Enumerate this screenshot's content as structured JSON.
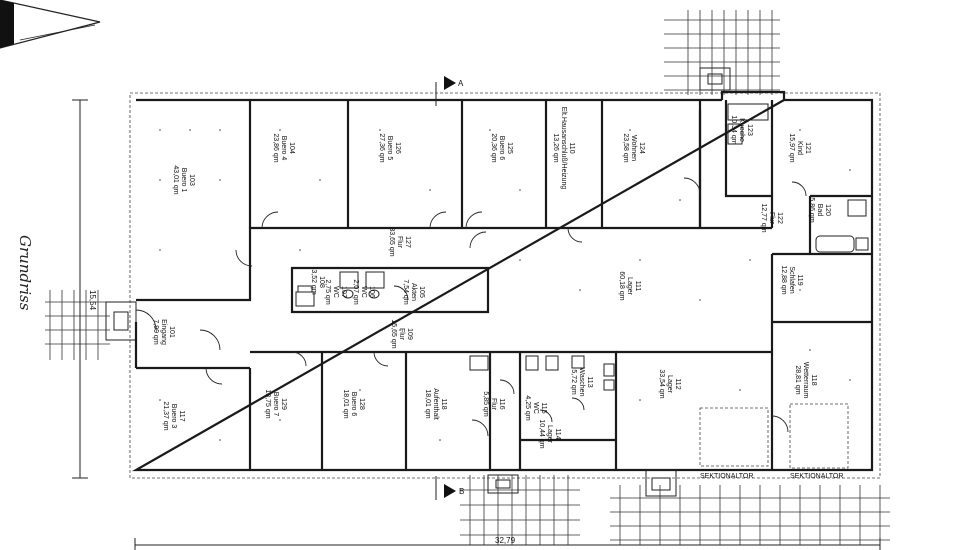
{
  "title": "Grundriss",
  "dimensions": {
    "width": "32,79",
    "height": "15,54"
  },
  "section_marks": [
    "A",
    "B"
  ],
  "sektionaltor": [
    "SEKTIONALTOR",
    "SEKTIONALTOR"
  ],
  "rooms": [
    {
      "id": "r103",
      "lines": [
        "103",
        "Buero 1",
        "43,01 qm"
      ]
    },
    {
      "id": "r104",
      "lines": [
        "104",
        "Buero 4",
        "23,86 qm"
      ]
    },
    {
      "id": "r126",
      "lines": [
        "126",
        "Buero 5",
        "27,36 qm"
      ]
    },
    {
      "id": "r125",
      "lines": [
        "125",
        "Buero 6",
        "20,36 qm"
      ]
    },
    {
      "id": "r110",
      "lines": [
        "110",
        "Elt.Hausanschluß/Heizung",
        "13,26 qm"
      ]
    },
    {
      "id": "r124",
      "lines": [
        "124",
        "Wohnen",
        "23,58 qm"
      ]
    },
    {
      "id": "r123",
      "lines": [
        "123",
        "Kueche",
        "10,34 qm"
      ]
    },
    {
      "id": "r121",
      "lines": [
        "121",
        "Kind",
        "15,97 qm"
      ]
    },
    {
      "id": "r122",
      "lines": [
        "122",
        "Flur",
        "12,77 qm"
      ]
    },
    {
      "id": "r120",
      "lines": [
        "120",
        "Bad",
        "5,86 qm"
      ]
    },
    {
      "id": "r119",
      "lines": [
        "119",
        "Schlafen",
        "12,88 qm"
      ]
    },
    {
      "id": "r127",
      "lines": [
        "127",
        "Flur",
        "33,65 qm"
      ]
    },
    {
      "id": "r108",
      "lines": [
        "108",
        "",
        "3,52 qm"
      ]
    },
    {
      "id": "r107",
      "lines": [
        "107",
        "WC",
        "2,75 qm"
      ]
    },
    {
      "id": "r106",
      "lines": [
        "106",
        "WC",
        "2,07 qm"
      ]
    },
    {
      "id": "r105",
      "lines": [
        "105",
        "Akten",
        "7,54 qm"
      ]
    },
    {
      "id": "r111",
      "lines": [
        "111",
        "Lager",
        "60,18 qm"
      ]
    },
    {
      "id": "r101",
      "lines": [
        "101",
        "Eingang",
        "7,99 qm"
      ]
    },
    {
      "id": "r109",
      "lines": [
        "109",
        "Flur",
        "15,65 qm"
      ]
    },
    {
      "id": "r117",
      "lines": [
        "117",
        "Buero 3",
        "21,37 qm"
      ]
    },
    {
      "id": "r129",
      "lines": [
        "129",
        "Buero 7",
        "13,75 qm"
      ]
    },
    {
      "id": "r128",
      "lines": [
        "128",
        "Buero 6",
        "18,01 qm"
      ]
    },
    {
      "id": "r118b",
      "lines": [
        "118",
        "Aufenthalt",
        "18,01 qm"
      ]
    },
    {
      "id": "r116",
      "lines": [
        "116",
        "Flur",
        "5,85 qm"
      ]
    },
    {
      "id": "r115",
      "lines": [
        "115",
        "WC",
        "4,25 qm"
      ]
    },
    {
      "id": "r113",
      "lines": [
        "113",
        "Waschen",
        "5,72 qm"
      ]
    },
    {
      "id": "r114",
      "lines": [
        "114",
        "Lager",
        "10,44 qm"
      ]
    },
    {
      "id": "r112",
      "lines": [
        "112",
        "Lager",
        "33,54 qm"
      ]
    },
    {
      "id": "r118",
      "lines": [
        "118",
        "Wetterraum",
        "28,81 qm"
      ]
    }
  ]
}
